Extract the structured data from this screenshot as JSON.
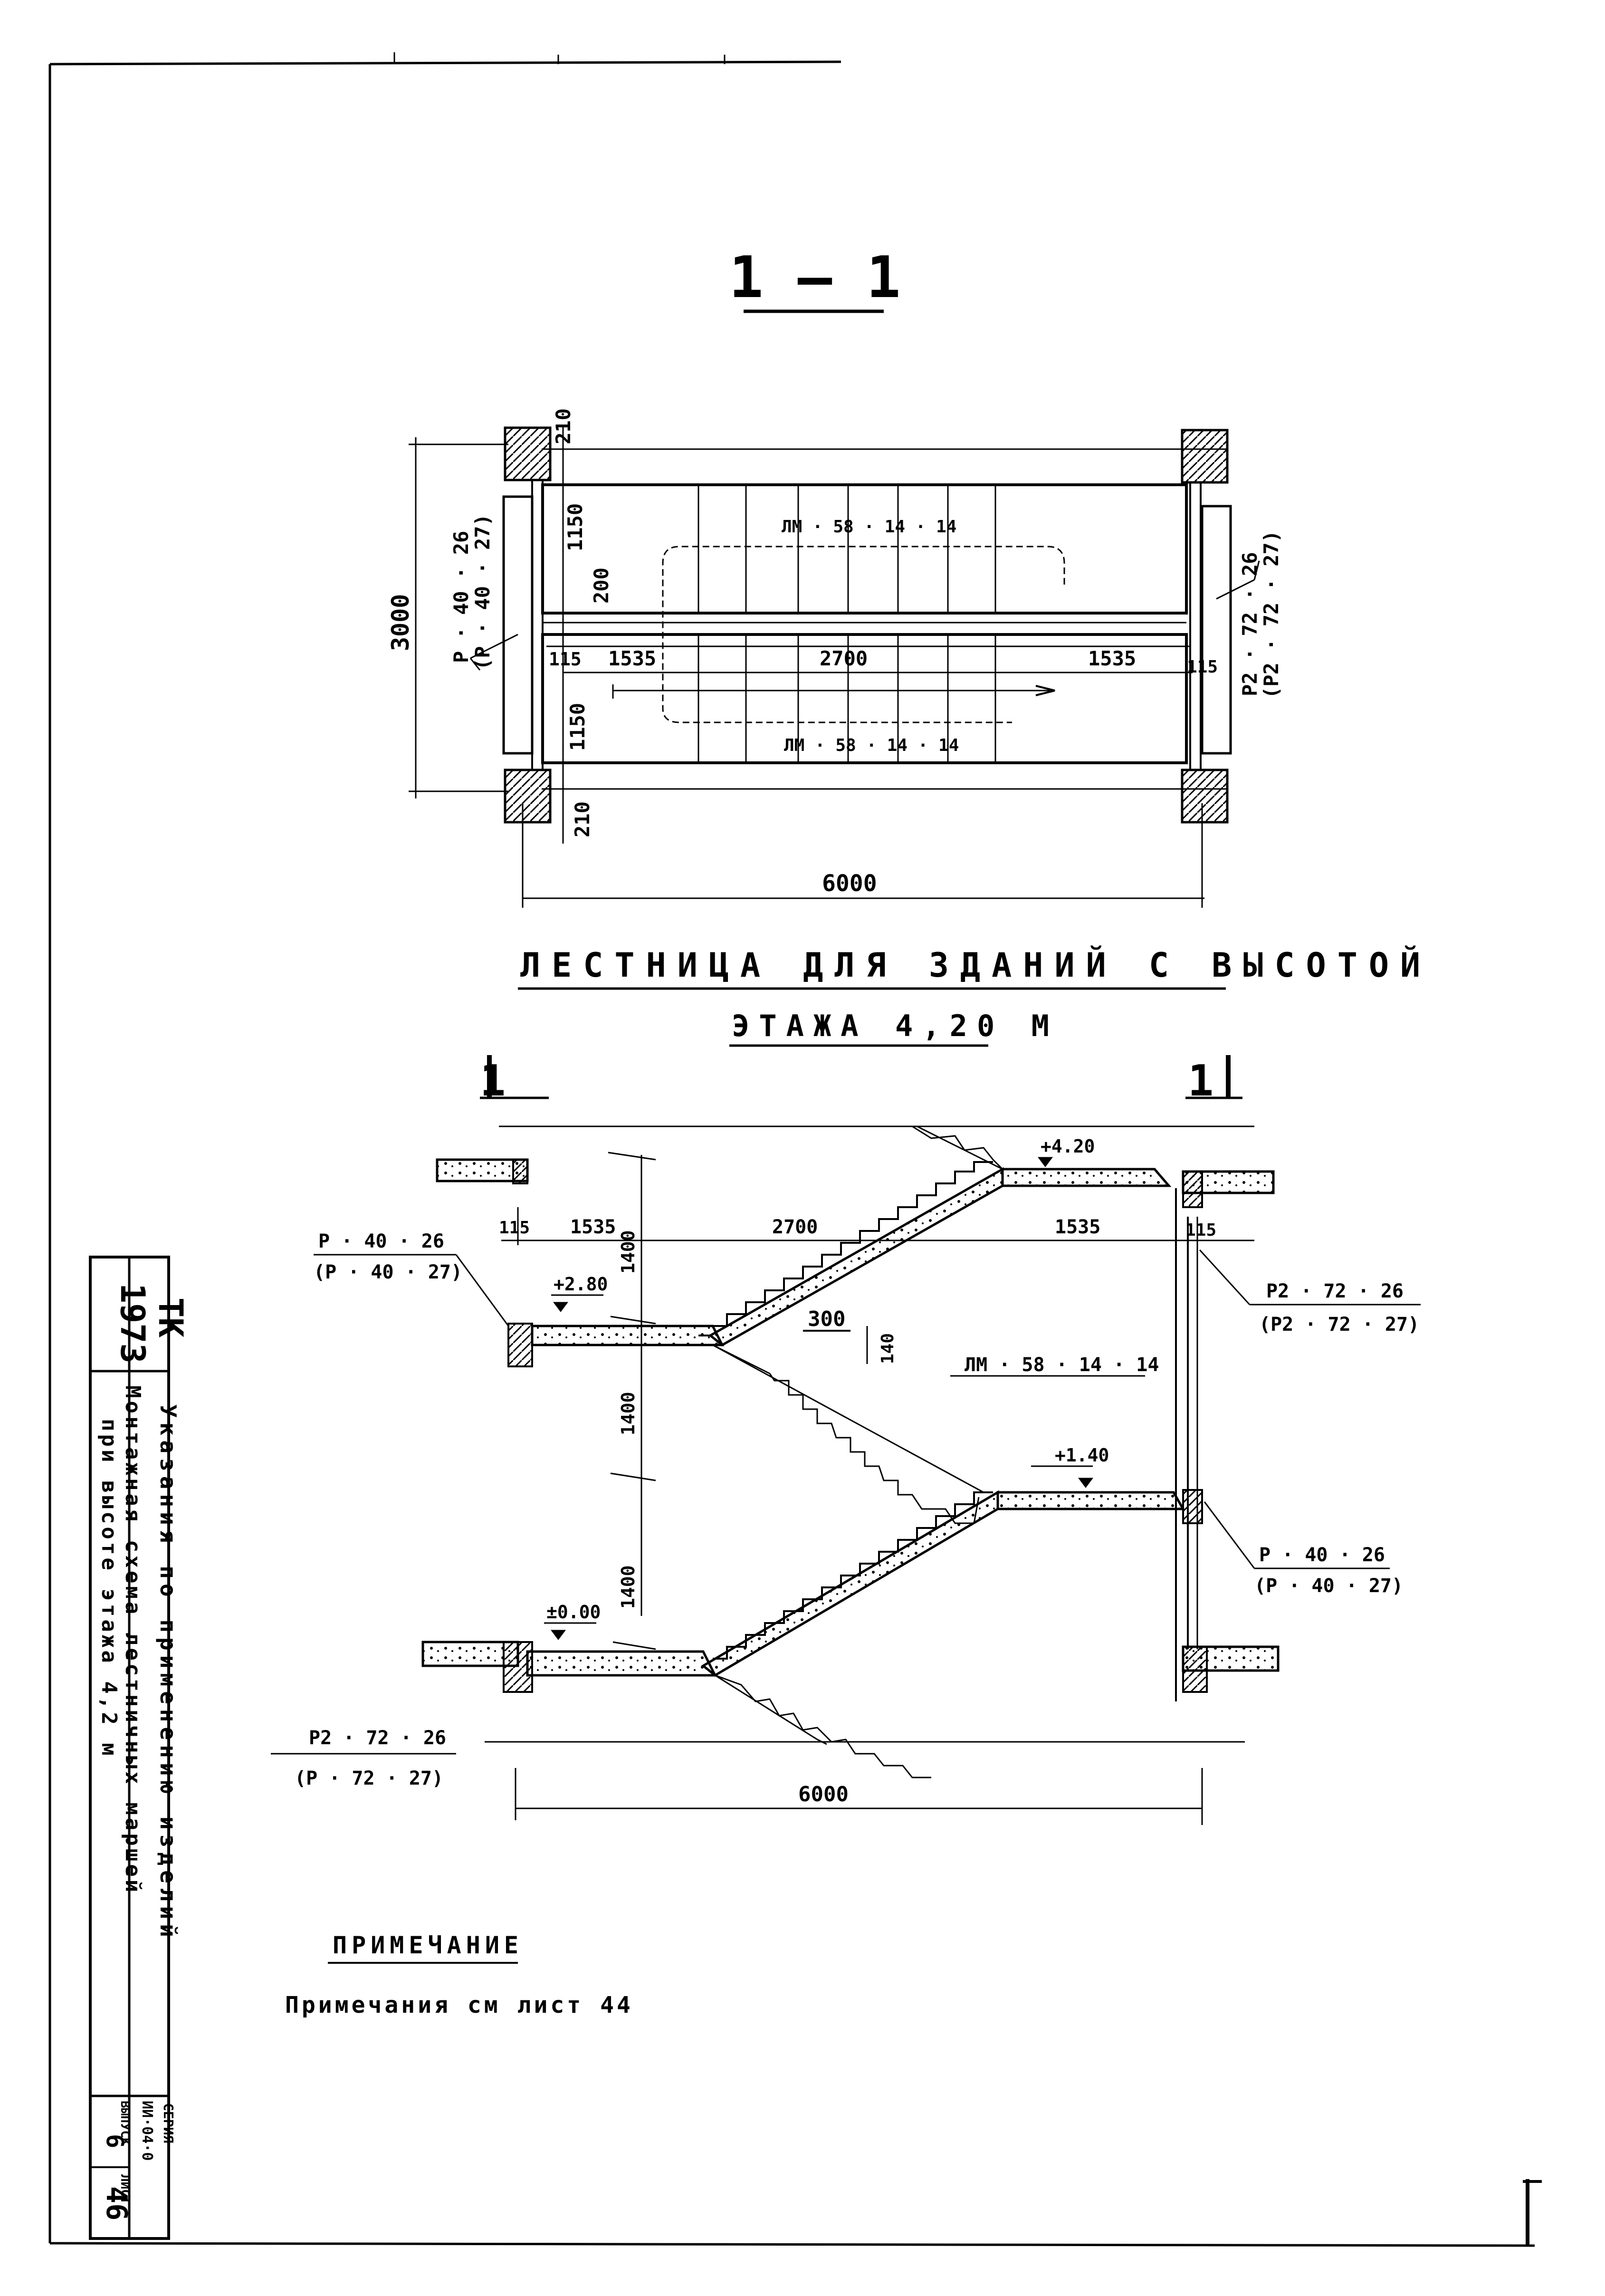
{
  "section_mark": "1 — 1",
  "plan": {
    "dims": {
      "d210_top": "210",
      "d210_bottom": "210",
      "d3000": "3000",
      "d1150_top": "1150",
      "d1150_bottom": "1150",
      "d200": "200",
      "d115_left": "115",
      "d1535_left": "1535",
      "d2700": "2700",
      "d1535_right": "1535",
      "d115_right": "115",
      "d6000": "6000"
    },
    "flight_top_label": "ЛМ · 58 · 14 · 14",
    "flight_bottom_label": "ЛМ · 58 · 14 · 14",
    "left_tag": "Р · 40 · 26",
    "left_tag_alt": "(Р · 40 · 27)",
    "right_tag": "Р2 · 72 · 26",
    "right_tag_alt": "(Р2 · 72 · 27)"
  },
  "title_line1": "ЛЕСТНИЦА ДЛЯ ЗДАНИЙ С ВЫСОТОЙ",
  "title_line2": "ЭТАЖА 4,20 М",
  "section": {
    "cut_mark_left": "1",
    "cut_mark_right": "1",
    "dims": {
      "d115_left": "115",
      "d1535_left": "1535",
      "d2700": "2700",
      "d1535_right": "1535",
      "d115_right": "115",
      "d1400_a": "1400",
      "d1400_b": "1400",
      "d1400_c": "1400",
      "d300": "300",
      "d140": "140",
      "d6000": "6000"
    },
    "levels": {
      "top": "+4.20",
      "mid_left": "+2.80",
      "mid_right": "+1.40",
      "ground": "±0.00"
    },
    "flight_label": "ЛМ · 58 · 14 · 14",
    "tag_left_upper": "Р · 40 · 26",
    "tag_left_upper_alt": "(Р · 40 · 27)",
    "tag_right_upper": "Р2 · 72 · 26",
    "tag_right_upper_alt": "(Р2 · 72 · 27)",
    "tag_right_lower": "Р · 40 · 26",
    "tag_right_lower_alt": "(Р · 40 · 27)",
    "tag_left_lower": "Р2 · 72 · 26",
    "tag_left_lower_alt": "(Р · 72 · 27)"
  },
  "note": {
    "heading": "ПРИМЕЧАНИЕ",
    "text": "Примечания см лист 44"
  },
  "title_block": {
    "year": "1973",
    "org": "ТК",
    "doc_title": "Указания по применению изделий",
    "sheet_title_1": "Монтажная схема лестничных маршей",
    "sheet_title_2": "при высоте этажа 4,2 м",
    "series_label": "СЕРИЯ",
    "series_value": "ИИ·04·0",
    "issue_label": "ВЫПУСК",
    "issue_value": "6",
    "sheet_label": "ЛИСТ",
    "sheet_value": "46"
  }
}
